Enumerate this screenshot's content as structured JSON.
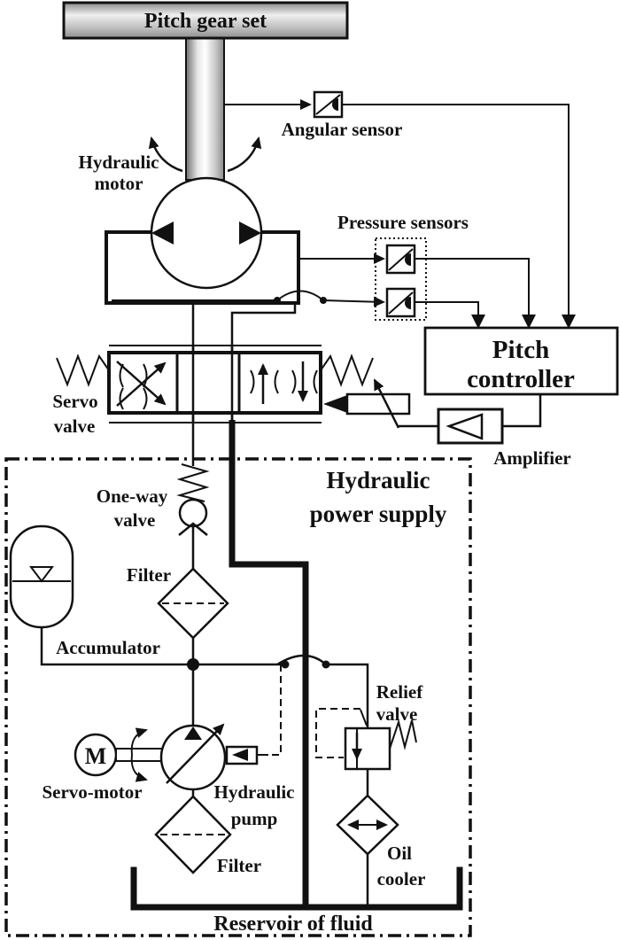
{
  "diagram": {
    "description": "Hydraulic pitch control system schematic",
    "colors": {
      "line": "#111111",
      "background": "#ffffff",
      "metal_dark": "#7d7d7d",
      "metal_light": "#f2f2f2"
    },
    "labels": {
      "pitch_gear_set": "Pitch gear set",
      "angular_sensor": "Angular sensor",
      "hydraulic_motor": [
        "Hydraulic",
        "motor"
      ],
      "pressure_sensors": "Pressure sensors",
      "pitch_controller": [
        "Pitch",
        "controller"
      ],
      "servo_valve": [
        "Servo",
        "valve"
      ],
      "amplifier": "Amplifier",
      "one_way_valve": [
        "One-way",
        "valve"
      ],
      "hydraulic_power_supply": [
        "Hydraulic",
        "power supply"
      ],
      "filter_top": "Filter",
      "accumulator": "Accumulator",
      "relief_valve": [
        "Relief",
        "valve"
      ],
      "servo_motor": "Servo-motor",
      "motor_letter": "M",
      "hydraulic_pump": [
        "Hydraulic",
        "pump"
      ],
      "filter_bottom": "Filter",
      "oil_cooler": [
        "Oil",
        "cooler"
      ],
      "reservoir": "Reservoir of fluid"
    }
  }
}
